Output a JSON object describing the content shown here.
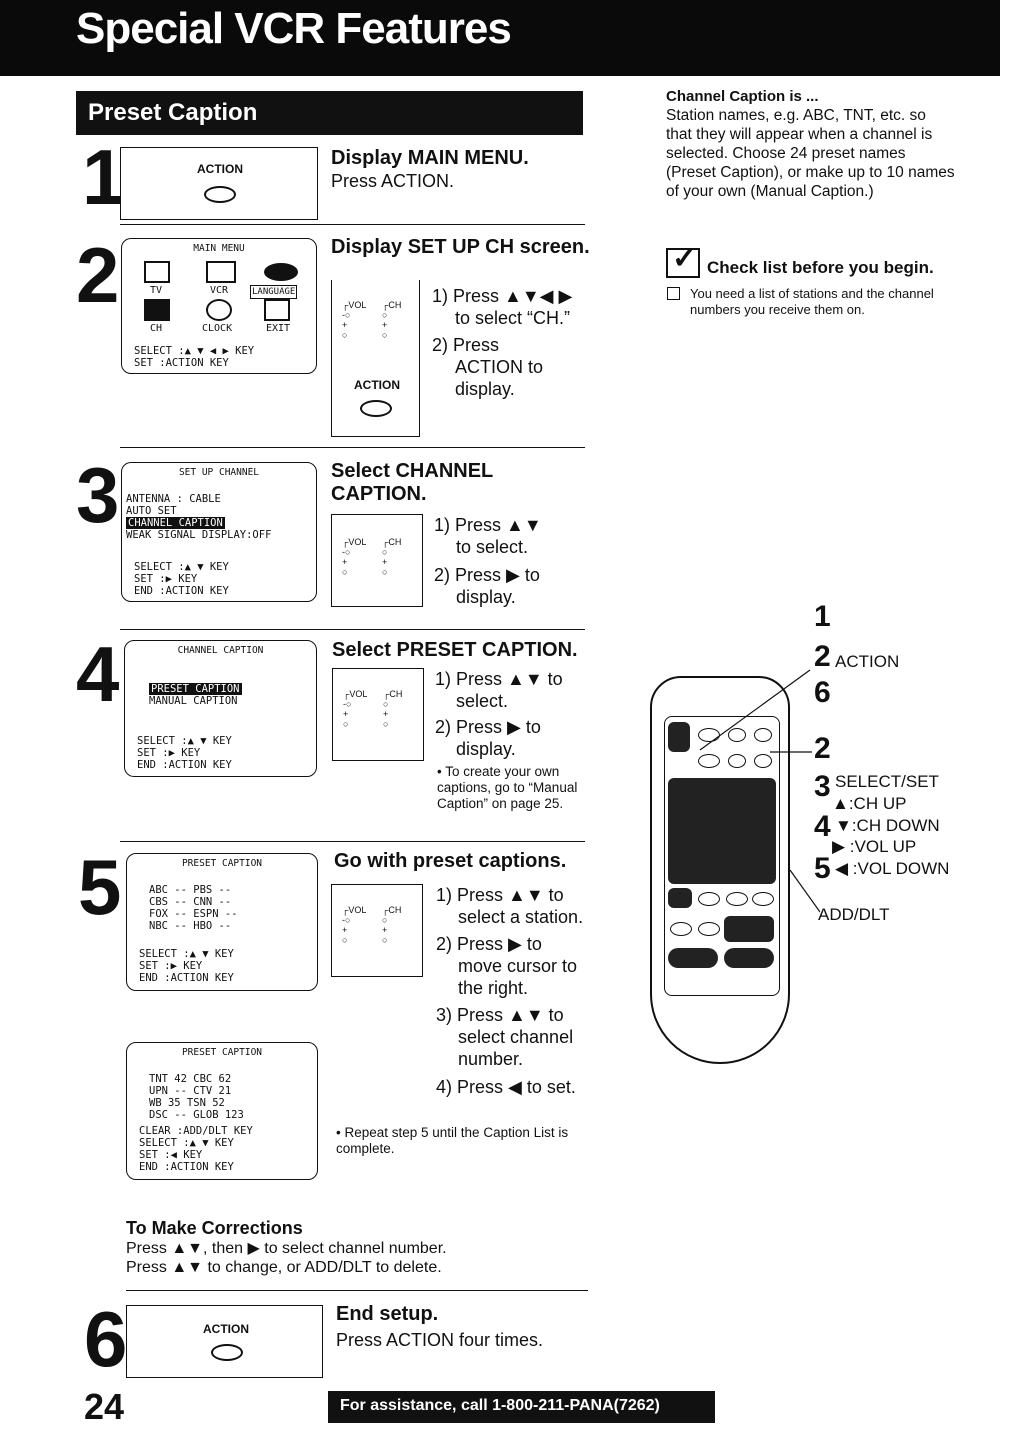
{
  "header": {
    "title": "Special VCR Features"
  },
  "section": {
    "title": "Preset Caption"
  },
  "labels": {
    "action": "ACTION"
  },
  "sidebar": {
    "channel_caption_title": "Channel Caption is ...",
    "channel_caption_text": "Station names, e.g. ABC, TNT, etc. so that they will appear when a channel is selected. Choose 24 preset names (Preset Caption), or make up to 10 names of your own (Manual Caption.)",
    "checklist_title": "Check list before you begin.",
    "checklist_item": "You need a list of stations and the channel numbers you receive them on."
  },
  "steps": {
    "s1": {
      "num": "1",
      "title": "Display MAIN MENU.",
      "text": "Press ACTION."
    },
    "s2": {
      "num": "2",
      "title": "Display SET UP CH screen.",
      "i1": "1) Press ▲▼◀ ▶",
      "i1b": "to select “CH.”",
      "i2": "2) Press",
      "i2b": "ACTION to",
      "i2c": "display.",
      "osd": {
        "title": "MAIN MENU",
        "tv": "TV",
        "vcr": "VCR",
        "language": "LANGUAGE",
        "ch": "CH",
        "clock": "CLOCK",
        "exit": "EXIT",
        "select": "SELECT :▲ ▼ ◀ ▶ KEY",
        "set": "SET    :ACTION KEY"
      }
    },
    "s3": {
      "num": "3",
      "title": "Select CHANNEL CAPTION.",
      "i1": "1) Press ▲▼",
      "i1b": "to select.",
      "i2": "2) Press ▶ to",
      "i2b": "display.",
      "osd": {
        "title": "SET UP CHANNEL",
        "l1": "ANTENNA  :  CABLE",
        "l2": "AUTO SET",
        "l3": "CHANNEL CAPTION",
        "l4": "WEAK SIGNAL DISPLAY:OFF",
        "select": "SELECT :▲ ▼ KEY",
        "set": "SET    :▶ KEY",
        "end": "END    :ACTION KEY"
      }
    },
    "s4": {
      "num": "4",
      "title": "Select PRESET CAPTION.",
      "i1": "1) Press ▲▼ to",
      "i1b": "select.",
      "i2": "2) Press ▶ to",
      "i2b": "display.",
      "note": "• To create your own captions, go to “Manual Caption” on page 25.",
      "osd": {
        "title": "CHANNEL CAPTION",
        "l1": "PRESET CAPTION",
        "l2": "MANUAL CAPTION",
        "select": "SELECT :▲ ▼ KEY",
        "set": "SET    :▶ KEY",
        "end": "END    :ACTION KEY"
      }
    },
    "s5": {
      "num": "5",
      "title": "Go with preset captions.",
      "i1": "1) Press ▲▼ to",
      "i1b": "select a station.",
      "i2": "2) Press ▶ to",
      "i2b": "move cursor to",
      "i2c": "the right.",
      "i3": "3) Press ▲▼ to",
      "i3b": "select channel",
      "i3c": "number.",
      "i4": "4) Press ◀ to set.",
      "note": "• Repeat step 5 until the Caption List is complete.",
      "osd_a": {
        "title": "PRESET CAPTION",
        "r1": "ABC  --  PBS  --",
        "r2": "CBS  --  CNN  --",
        "r3": "FOX  --  ESPN --",
        "r4": "NBC  --  HBO  --",
        "select": "SELECT :▲ ▼ KEY",
        "set": "SET    :▶ KEY",
        "end": "END    :ACTION KEY"
      },
      "osd_b": {
        "title": "PRESET CAPTION",
        "r1": "TNT  42  CBC  62",
        "r2": "UPN  --  CTV  21",
        "r3": "WB   35  TSN  52",
        "r4": "DSC  --  GLOB 123",
        "clear": "CLEAR  :ADD/DLT KEY",
        "select": "SELECT :▲ ▼ KEY",
        "set": "SET    :◀ KEY",
        "end": "END    :ACTION KEY"
      }
    },
    "corrections": {
      "title": "To Make Corrections",
      "l1": "Press ▲▼, then ▶ to select channel number.",
      "l2": "Press ▲▼ to change, or ADD/DLT to delete."
    },
    "s6": {
      "num": "6",
      "title": "End setup.",
      "text": "Press ACTION four times."
    }
  },
  "remote": {
    "callouts": {
      "n1": "1",
      "n2": "2",
      "action": "ACTION",
      "n6": "6",
      "n2b": "2",
      "n3": "3",
      "selectset": "SELECT/SET",
      "chup": "▲:CH UP",
      "n4": "4",
      "chdown": "▼:CH DOWN",
      "volup": "▶ :VOL UP",
      "n5": "5",
      "voldown": "◀ :VOL DOWN",
      "adddlt": "ADD/DLT"
    }
  },
  "footer": {
    "page_number": "24",
    "assist": "For assistance, call 1-800-211-PANA(7262)"
  }
}
